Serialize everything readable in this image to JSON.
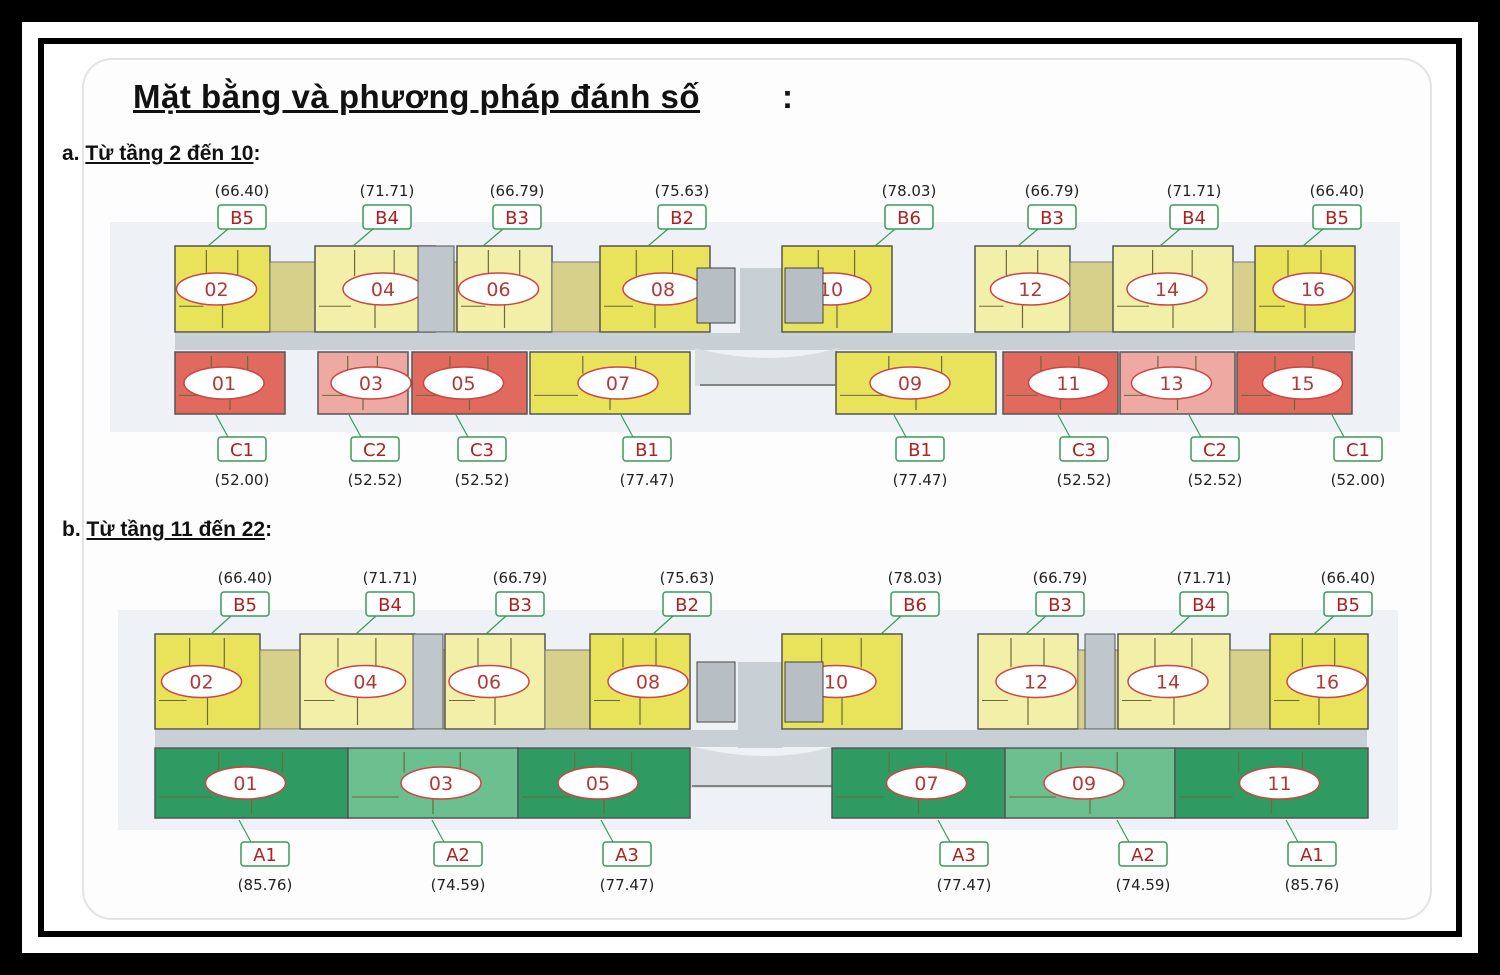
{
  "title": "Mặt bằng và phương pháp đánh số",
  "title_colon": ":",
  "colors": {
    "yellow": "#e8e35a",
    "yellow_light": "#f2efa8",
    "red": "#e06a5e",
    "pink": "#eea9a2",
    "green": "#2f9a62",
    "green_light": "#6cbf8e",
    "corridor": "#c8d0d6",
    "ellipse_text": "#b03a3a",
    "code_box_border": "#3a9a5a",
    "code_text": "#b02020"
  },
  "section_a": {
    "prefix": "a.",
    "label": "Từ tầng 2 đến 10",
    "suffix": ":",
    "top_units": [
      {
        "code": "B5",
        "area": "(66.40)",
        "num": "02",
        "tone": "yellow"
      },
      {
        "code": "B4",
        "area": "(71.71)",
        "num": "04",
        "tone": "yellow_light"
      },
      {
        "code": "B3",
        "area": "(66.79)",
        "num": "06",
        "tone": "yellow_light"
      },
      {
        "code": "B2",
        "area": "(75.63)",
        "num": "08",
        "tone": "yellow"
      },
      {
        "code": "B6",
        "area": "(78.03)",
        "num": "10",
        "tone": "yellow"
      },
      {
        "code": "B3",
        "area": "(66.79)",
        "num": "12",
        "tone": "yellow_light"
      },
      {
        "code": "B4",
        "area": "(71.71)",
        "num": "14",
        "tone": "yellow_light"
      },
      {
        "code": "B5",
        "area": "(66.40)",
        "num": "16",
        "tone": "yellow"
      }
    ],
    "bottom_units": [
      {
        "code": "C1",
        "area": "(52.00)",
        "num": "01",
        "tone": "red"
      },
      {
        "code": "C2",
        "area": "(52.52)",
        "num": "03",
        "tone": "pink"
      },
      {
        "code": "C3",
        "area": "(52.52)",
        "num": "05",
        "tone": "red"
      },
      {
        "code": "B1",
        "area": "(77.47)",
        "num": "07",
        "tone": "yellow"
      },
      {
        "code": "B1",
        "area": "(77.47)",
        "num": "09",
        "tone": "yellow"
      },
      {
        "code": "C3",
        "area": "(52.52)",
        "num": "11",
        "tone": "red"
      },
      {
        "code": "C2",
        "area": "(52.52)",
        "num": "13",
        "tone": "pink"
      },
      {
        "code": "C1",
        "area": "(52.00)",
        "num": "15",
        "tone": "red"
      }
    ]
  },
  "section_b": {
    "prefix": "b.",
    "label": "Từ tầng 11 đến 22",
    "suffix": ":",
    "top_units": [
      {
        "code": "B5",
        "area": "(66.40)",
        "num": "02",
        "tone": "yellow"
      },
      {
        "code": "B4",
        "area": "(71.71)",
        "num": "04",
        "tone": "yellow_light"
      },
      {
        "code": "B3",
        "area": "(66.79)",
        "num": "06",
        "tone": "yellow_light"
      },
      {
        "code": "B2",
        "area": "(75.63)",
        "num": "08",
        "tone": "yellow"
      },
      {
        "code": "B6",
        "area": "(78.03)",
        "num": "10",
        "tone": "yellow"
      },
      {
        "code": "B3",
        "area": "(66.79)",
        "num": "12",
        "tone": "yellow_light"
      },
      {
        "code": "B4",
        "area": "(71.71)",
        "num": "14",
        "tone": "yellow_light"
      },
      {
        "code": "B5",
        "area": "(66.40)",
        "num": "16",
        "tone": "yellow"
      }
    ],
    "bottom_units": [
      {
        "code": "A1",
        "area": "(85.76)",
        "num": "01",
        "tone": "green"
      },
      {
        "code": "A2",
        "area": "(74.59)",
        "num": "03",
        "tone": "green_light"
      },
      {
        "code": "A3",
        "area": "(77.47)",
        "num": "05",
        "tone": "green"
      },
      {
        "code": "A3",
        "area": "(77.47)",
        "num": "07",
        "tone": "green"
      },
      {
        "code": "A2",
        "area": "(74.59)",
        "num": "09",
        "tone": "green_light"
      },
      {
        "code": "A1",
        "area": "(85.76)",
        "num": "11",
        "tone": "green"
      }
    ]
  }
}
